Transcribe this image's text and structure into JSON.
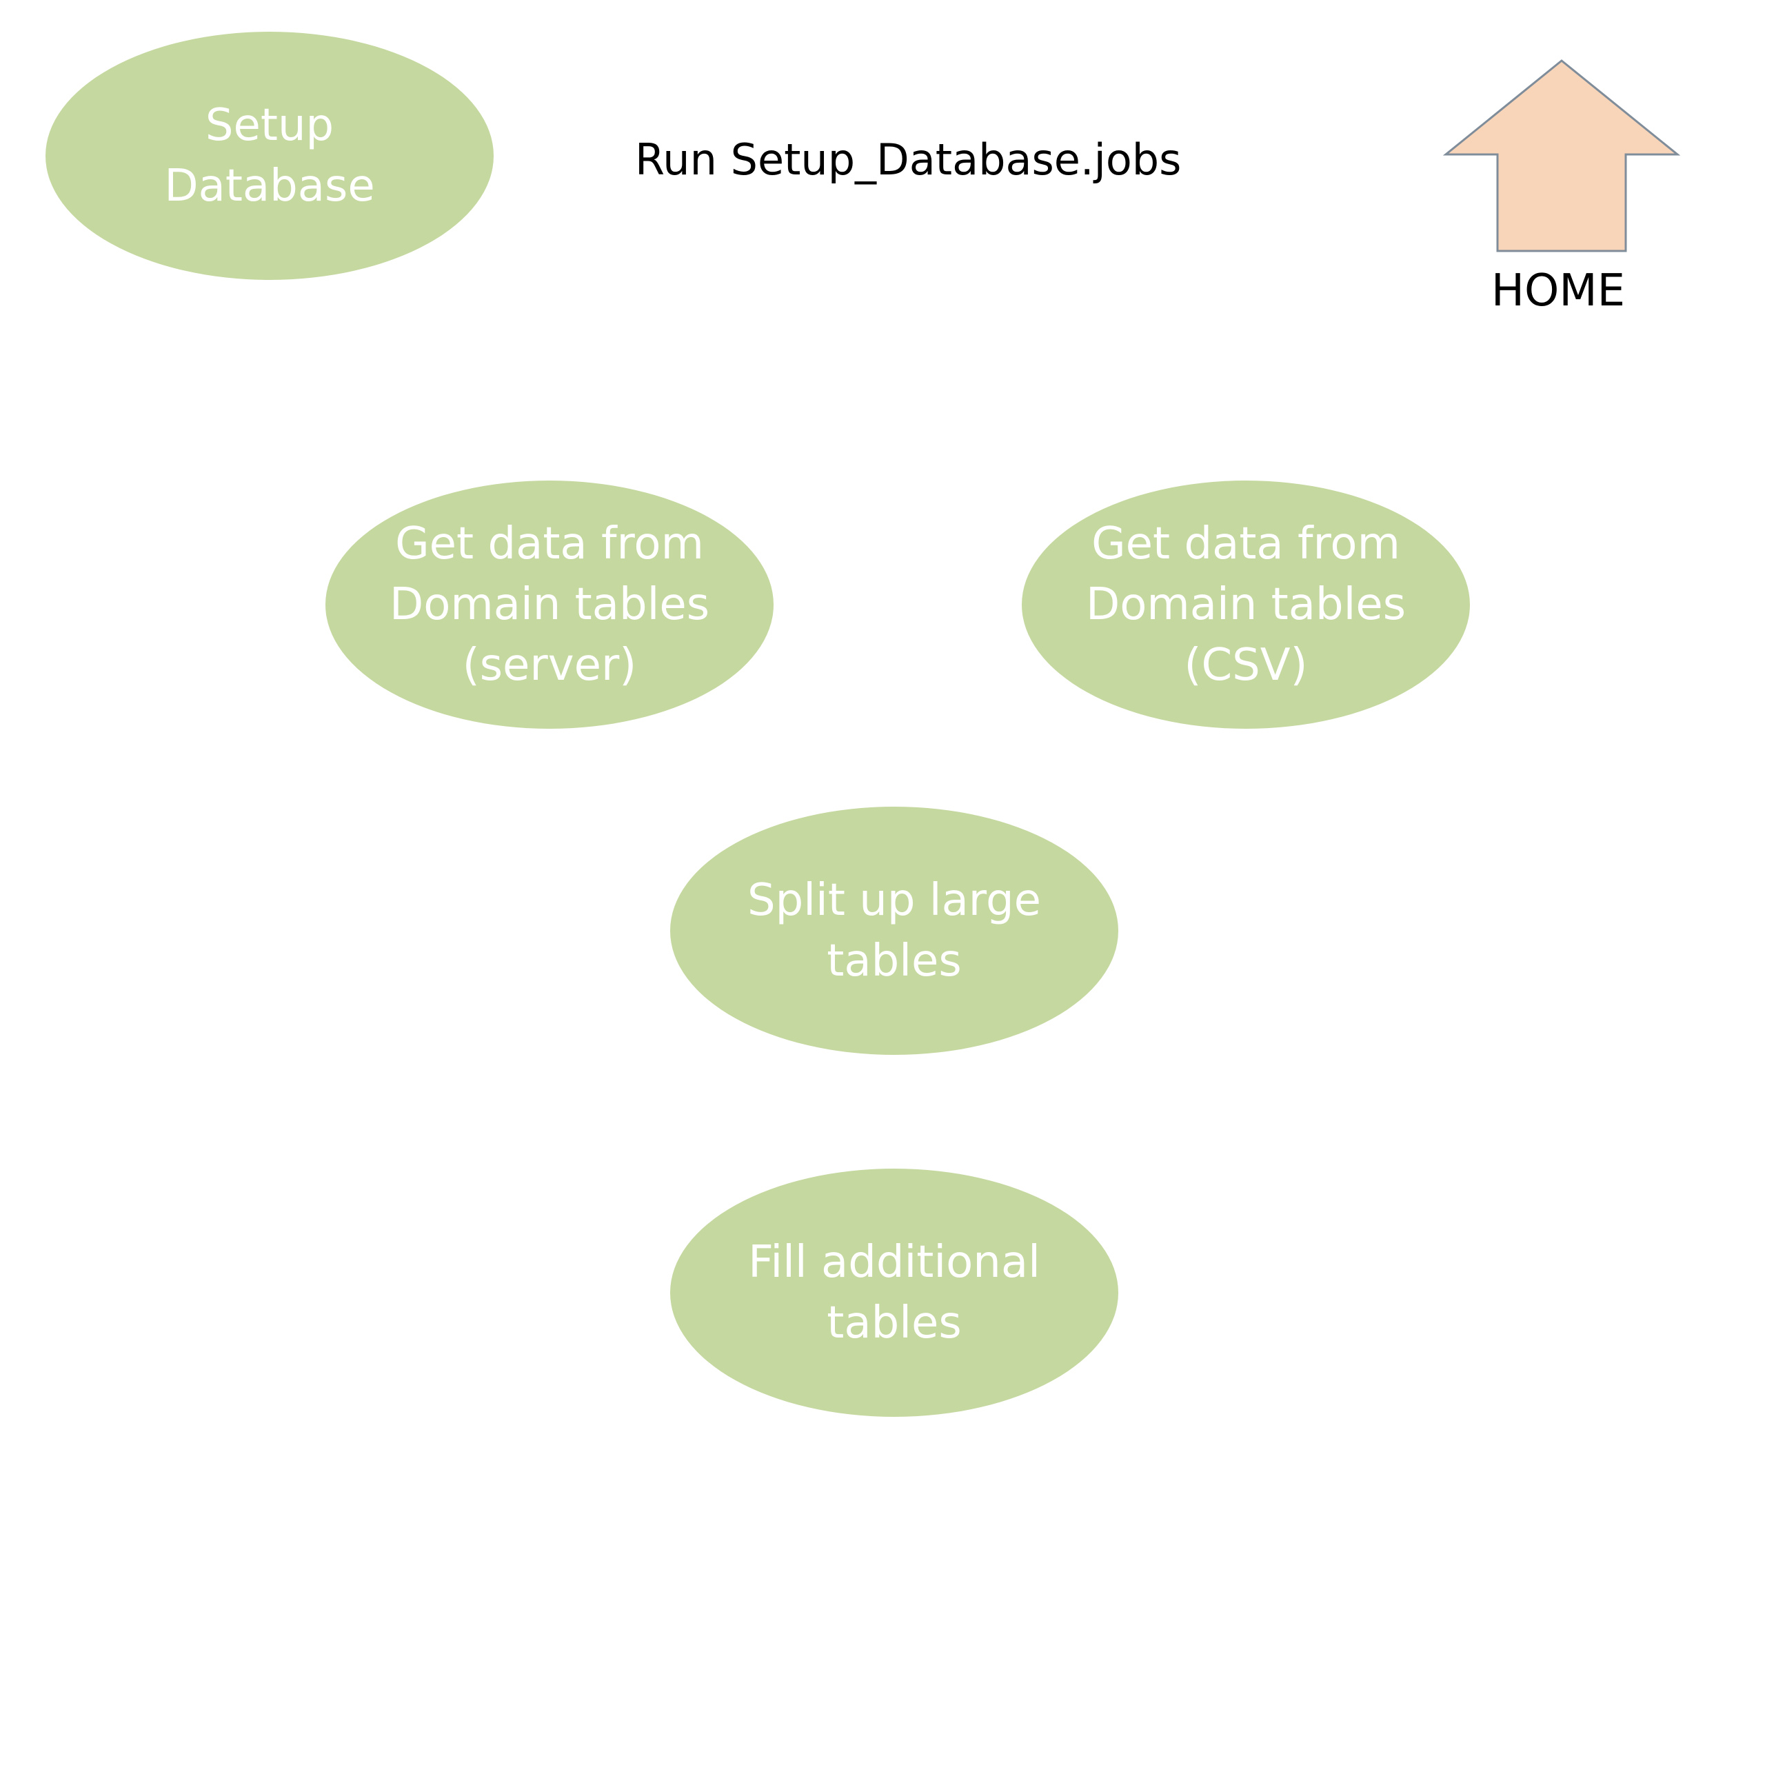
{
  "title": "Run Setup_Database.jobs",
  "home": {
    "label": "HOME",
    "icon": "up-arrow-icon",
    "fill": "#f8d5b8",
    "stroke": "#7f8c9a"
  },
  "colors": {
    "node_fill": "#c5d89f",
    "node_text": "#ffffff"
  },
  "nodes": {
    "setup_database": {
      "lines": [
        "Setup",
        "Database"
      ]
    },
    "domain_server": {
      "lines": [
        "Get data from",
        "Domain tables",
        "(server)"
      ]
    },
    "domain_csv": {
      "lines": [
        "Get data from",
        "Domain tables",
        "(CSV)"
      ]
    },
    "split_tables": {
      "lines": [
        "Split up large",
        "tables"
      ]
    },
    "fill_additional": {
      "lines": [
        "Fill additional",
        "tables"
      ]
    }
  }
}
